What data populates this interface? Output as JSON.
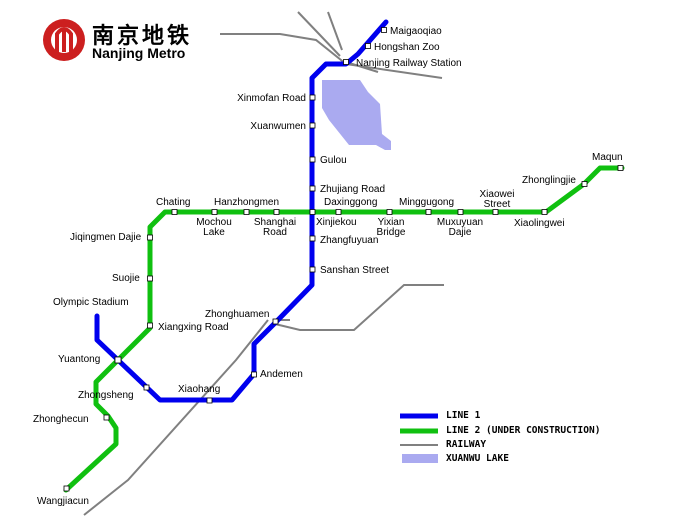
{
  "logo": {
    "chinese_name": "南京地铁",
    "english_name": "Nanjing Metro",
    "color": "#cc1f1f"
  },
  "colors": {
    "line1": "#0000ee",
    "line2": "#10c010",
    "railway": "#808080",
    "lake": "#aaaaf0"
  },
  "stations": [
    {
      "id": "maigaoqiao",
      "label": "Maigaoqiao"
    },
    {
      "id": "hongshan-zoo",
      "label": "Hongshan Zoo"
    },
    {
      "id": "nanjing-railway-station",
      "label": "Nanjing Railway Station"
    },
    {
      "id": "xinmofan-road",
      "label": "Xinmofan Road"
    },
    {
      "id": "xuanwumen",
      "label": "Xuanwumen"
    },
    {
      "id": "gulou",
      "label": "Gulou"
    },
    {
      "id": "zhujiang-road",
      "label": "Zhujiang Road"
    },
    {
      "id": "xinjiekou",
      "label": "Xinjiekou"
    },
    {
      "id": "zhangfuyuan",
      "label": "Zhangfuyuan"
    },
    {
      "id": "sanshan-street",
      "label": "Sanshan Street"
    },
    {
      "id": "zhonghuamen",
      "label": "Zhonghuamen"
    },
    {
      "id": "andemen",
      "label": "Andemen"
    },
    {
      "id": "xiaohang",
      "label": "Xiaohang"
    },
    {
      "id": "yuantong",
      "label": "Yuantong"
    },
    {
      "id": "olympic-stadium",
      "label": "Olympic Stadium"
    },
    {
      "id": "chating",
      "label": "Chating"
    },
    {
      "id": "hanzhongmen",
      "label": "Hanzhongmen"
    },
    {
      "id": "mochou-lake",
      "label": "Mochou\nLake"
    },
    {
      "id": "shanghai-road",
      "label": "Shanghai\nRoad"
    },
    {
      "id": "daxinggong",
      "label": "Daxinggong"
    },
    {
      "id": "yixian-bridge",
      "label": "Yixian\nBridge"
    },
    {
      "id": "minggugong",
      "label": "Minggugong"
    },
    {
      "id": "muxuyuan-dajie",
      "label": "Muxuyuan\nDajie"
    },
    {
      "id": "xiaowei-street",
      "label": "Xiaowei\nStreet"
    },
    {
      "id": "xiaolingwei",
      "label": "Xiaolingwei"
    },
    {
      "id": "zhonglingjie",
      "label": "Zhonglingjie"
    },
    {
      "id": "maqun",
      "label": "Maqun"
    },
    {
      "id": "jiqingmen-dajie",
      "label": "Jiqingmen Dajie"
    },
    {
      "id": "suojie",
      "label": "Suojie"
    },
    {
      "id": "xiangxing-road",
      "label": "Xiangxing Road"
    },
    {
      "id": "zhongsheng",
      "label": "Zhongsheng"
    },
    {
      "id": "zhonghecun",
      "label": "Zhonghecun"
    },
    {
      "id": "wangjiacun",
      "label": "Wangjiacun"
    }
  ],
  "legend": {
    "line1": "LINE 1",
    "line2": "LINE 2 (UNDER CONSTRUCTION)",
    "railway": "RAILWAY",
    "lake": "XUANWU LAKE"
  }
}
